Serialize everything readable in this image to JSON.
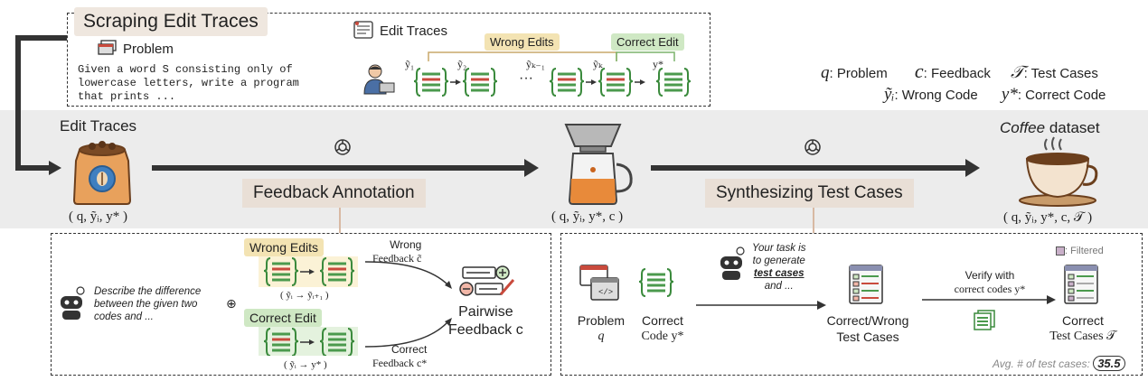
{
  "top_box": {
    "title": "Scraping Edit Traces",
    "problem_label": "Problem",
    "problem_text": [
      "Given a word S consisting only of",
      "lowercase letters, write a program",
      "that prints ..."
    ],
    "edit_traces_label": "Edit Traces",
    "wrong_edits": "Wrong Edits",
    "correct_edit": "Correct Edit",
    "sub_labels": [
      "ỹ₁",
      "ỹ₂",
      "ỹₖ₋₁",
      "ỹₖ",
      "y*"
    ],
    "ellipsis": "···"
  },
  "legend": {
    "row1": [
      {
        "sym": "q",
        "text": ": Problem"
      },
      {
        "sym": "c",
        "text": ": Feedback"
      },
      {
        "sym": "𝒯",
        "text": ": Test Cases"
      }
    ],
    "row2": [
      {
        "sym": "ỹᵢ",
        "text": ": Wrong Code"
      },
      {
        "sym": "y*",
        "text": ": Correct Code"
      }
    ]
  },
  "pipeline": {
    "edit_traces": "Edit Traces",
    "edit_traces_tuple": "( q, ỹᵢ, y* )",
    "feedback_annotation": "Feedback Annotation",
    "middle_tuple": "( q, ỹᵢ, y*, c )",
    "synthesizing": "Synthesizing Test Cases",
    "coffee_title_a": "Coffee",
    "coffee_title_b": " dataset",
    "coffee_tuple": "( q, ỹᵢ, y*, c, 𝒯 )"
  },
  "left_box": {
    "prompt": [
      "Describe the difference",
      "between the given two",
      "codes and ..."
    ],
    "plus": "⊕",
    "wrong_edits": "Wrong Edits",
    "wrong_pair": "( ỹᵢ → ỹᵢ₊₁ )",
    "correct_edit": "Correct Edit",
    "correct_pair": "( ỹᵢ → y* )",
    "wrong_feedback": [
      "Wrong",
      "Feedback c̃"
    ],
    "correct_feedback": [
      "Correct",
      "Feedback c*"
    ],
    "pairwise": [
      "Pairwise",
      "Feedback c"
    ]
  },
  "right_box": {
    "prompt": [
      "Your task is",
      "to generate",
      "test cases",
      "and ..."
    ],
    "problem": [
      "Problem",
      "q"
    ],
    "correct_code": [
      "Correct",
      "Code y*"
    ],
    "correct_wrong": [
      "Correct/Wrong",
      "Test Cases"
    ],
    "verify": [
      "Verify with",
      "correct codes y*"
    ],
    "filtered": ": Filtered",
    "correct_tests": [
      "Correct",
      "Test Cases 𝒯"
    ],
    "avg_label": "Avg. # of test cases:",
    "avg_value": "35.5"
  },
  "colors": {
    "wrong": "#f3e3b3",
    "correct": "#cfe8c4",
    "brace_green": "#3a8a3c",
    "red_line": "#c94a3c",
    "green_line": "#4b9a4d",
    "pill": "#e9dfd6",
    "band": "#ececec"
  }
}
